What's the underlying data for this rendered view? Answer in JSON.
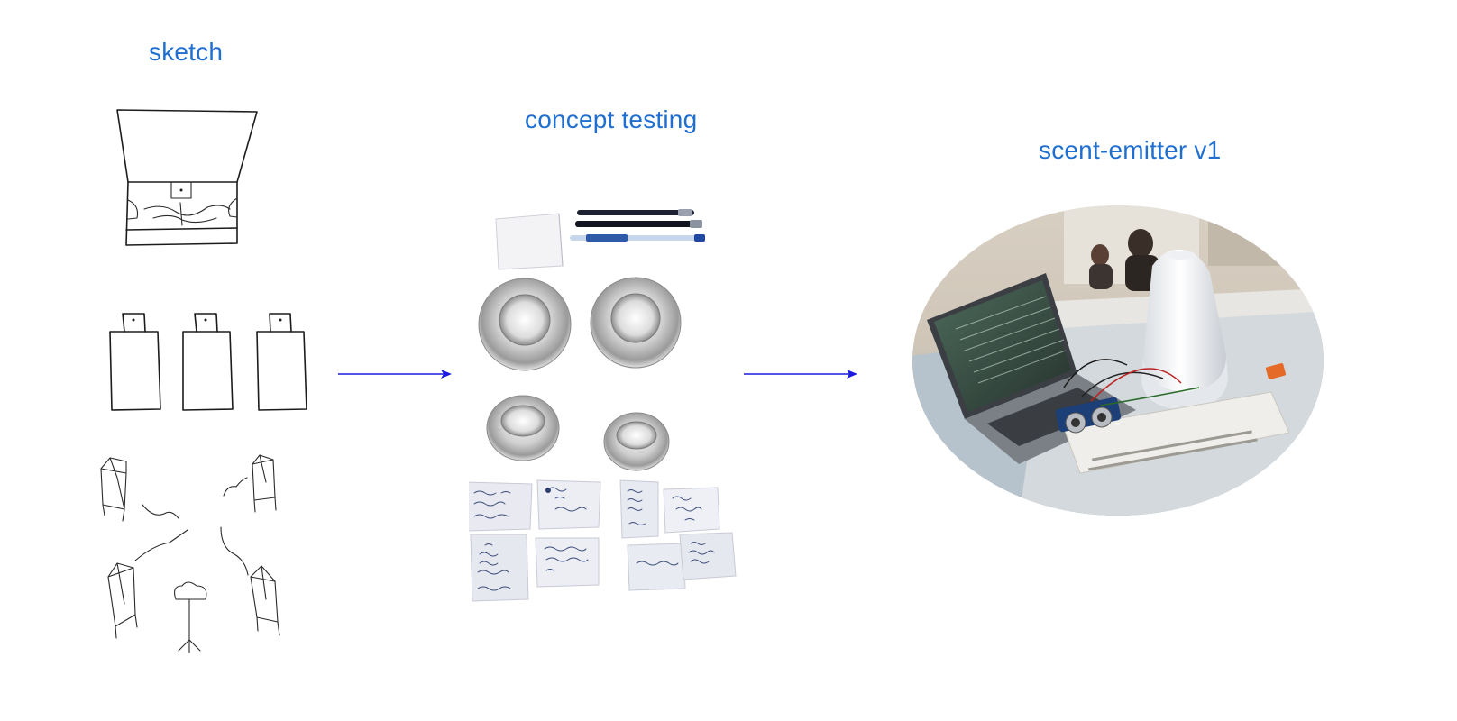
{
  "stages": [
    {
      "title": "sketch"
    },
    {
      "title": "concept testing"
    },
    {
      "title": "scent-emitter v1"
    }
  ],
  "colors": {
    "title": "#1f6fd1",
    "arrow": "#1a1ae0",
    "ink": "#1c1c1c"
  },
  "icons": {
    "flow_arrow": "right-arrow-icon"
  }
}
